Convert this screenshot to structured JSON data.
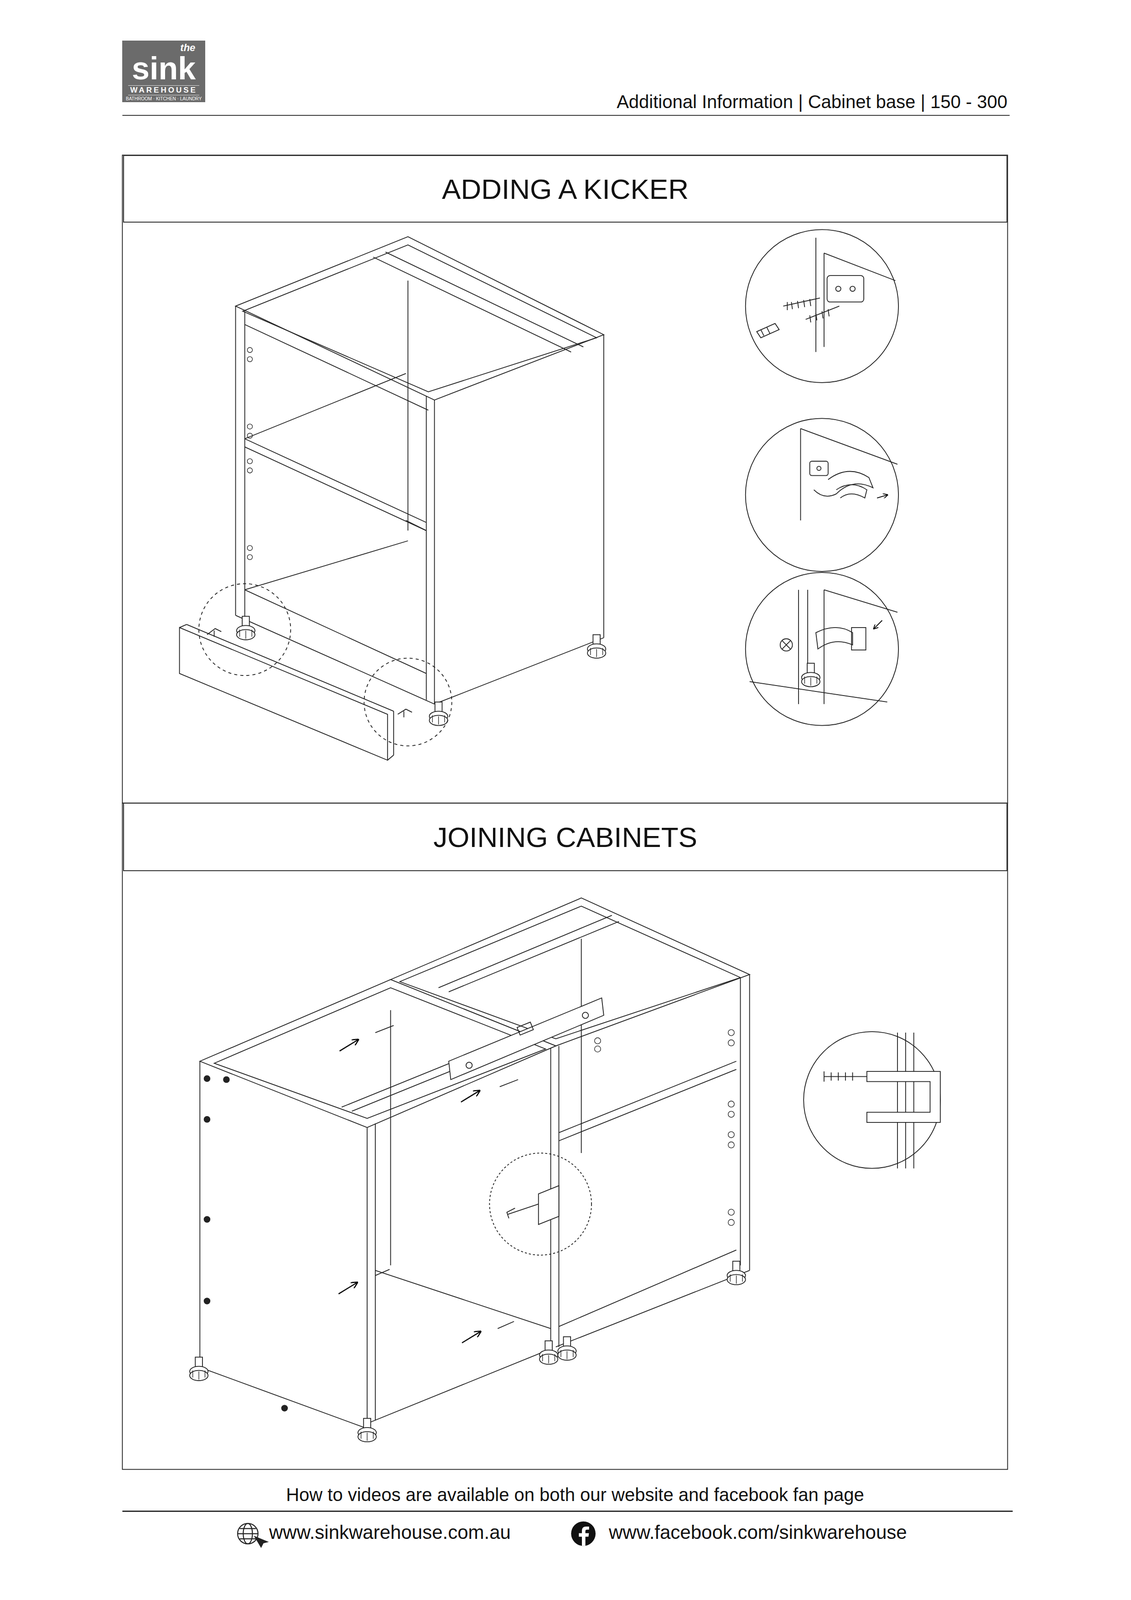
{
  "diagram": {
    "nodes": [
      {
        "text": [
          "the",
          "sink",
          "WAREHOUSE",
          "BATHROOM · KITCHEN · LAUNDRY"
        ]
      },
      {
        "text": [
          "ADDING A KICKER"
        ]
      },
      {
        "text": [
          "JOINING CABINETS"
        ]
      }
    ],
    "labels": [
      "Additional Information | Cabinet base | 150 - 300",
      "How to videos are available on both our website and facebook fan page",
      "www.sinkwarehouse.com.au",
      "www.facebook.com/sinkwarehouse"
    ]
  }
}
